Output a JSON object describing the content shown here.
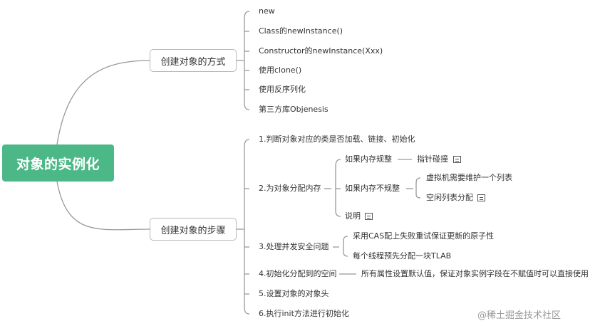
{
  "root": {
    "label": "对象的实例化"
  },
  "branches": {
    "ways": {
      "label": "创建对象的方式",
      "items": [
        "new",
        "Class的newInstance()",
        "Constructor的newInstance(Xxx)",
        "使用clone()",
        "使用反序列化",
        "第三方库Objenesis"
      ]
    },
    "steps": {
      "label": "创建对象的步骤",
      "items": [
        "1.判断对象对应的类是否加载、链接、初始化",
        "2.为对象分配内存",
        "3.处理并发安全问题",
        "4.初始化分配到的空间",
        "5.设置对象的对象头",
        "6.执行init方法进行初始化"
      ],
      "memory": {
        "regular": "如果内存规整",
        "regular_child": "指针碰撞",
        "irregular": "如果内存不规整",
        "irregular_children": [
          "虚拟机需要维护一个列表",
          "空闲列表分配"
        ],
        "note": "说明"
      },
      "concurrency": [
        "采用CAS配上失败重试保证更新的原子性",
        "每个线程预先分配一块TLAB"
      ],
      "init_space_detail": "所有属性设置默认值，保证对象实例字段在不赋值时可以直接使用"
    }
  },
  "watermark": "@稀土掘金技术社区"
}
